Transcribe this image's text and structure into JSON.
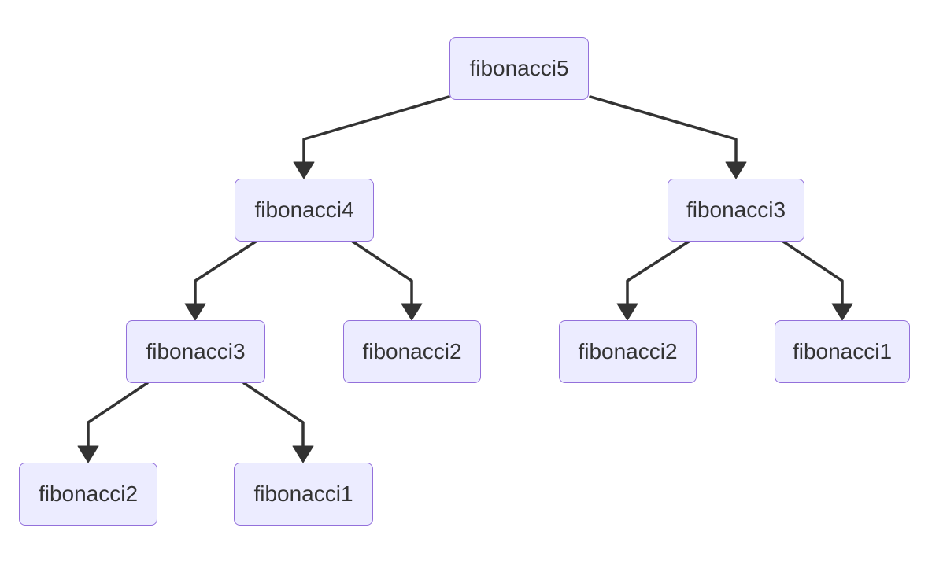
{
  "diagram": {
    "type": "flowchart-tree",
    "direction": "top-down",
    "nodes": [
      {
        "label": "fibonacci5"
      },
      {
        "label": "fibonacci4"
      },
      {
        "label": "fibonacci3"
      },
      {
        "label": "fibonacci3"
      },
      {
        "label": "fibonacci2"
      },
      {
        "label": "fibonacci2"
      },
      {
        "label": "fibonacci1"
      },
      {
        "label": "fibonacci2"
      },
      {
        "label": "fibonacci1"
      }
    ],
    "edges": [
      {
        "from": 0,
        "to": 1
      },
      {
        "from": 0,
        "to": 2
      },
      {
        "from": 1,
        "to": 3
      },
      {
        "from": 1,
        "to": 4
      },
      {
        "from": 2,
        "to": 5
      },
      {
        "from": 2,
        "to": 6
      },
      {
        "from": 3,
        "to": 7
      },
      {
        "from": 3,
        "to": 8
      }
    ],
    "colors": {
      "node_fill": "#ECECFF",
      "node_border": "#9370DB",
      "edge": "#333333",
      "text": "#333333",
      "background": "#FFFFFF"
    }
  }
}
